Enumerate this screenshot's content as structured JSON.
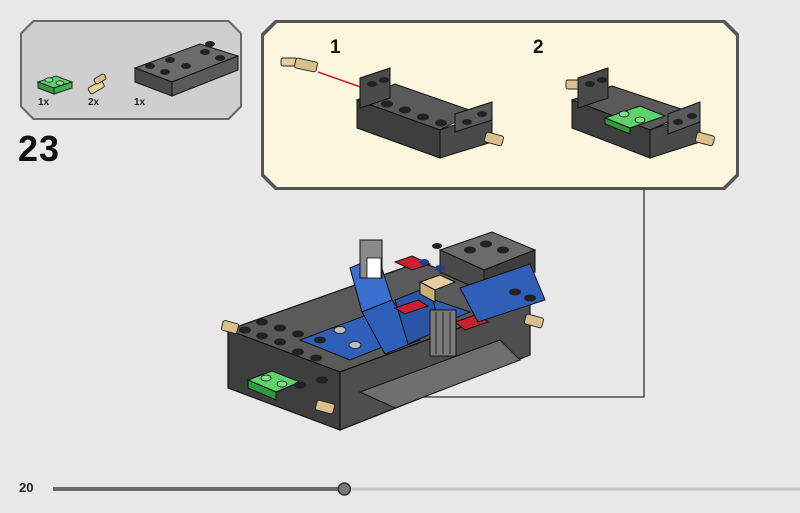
{
  "page": {
    "number": "20",
    "progress": 0.39
  },
  "step": {
    "number": "23"
  },
  "parts_list": [
    {
      "qty": "1x",
      "color": "#3cb44a"
    },
    {
      "qty": "2x",
      "color": "#d9c08c"
    },
    {
      "qty": "1x",
      "color": "#5a5a5a"
    }
  ],
  "substeps": [
    {
      "label": "1"
    },
    {
      "label": "2"
    }
  ],
  "colors": {
    "panel_bg": "#cfcfcf",
    "substep_bg": "#fbf6dd",
    "dark_gray": "#5a5a5a",
    "blue": "#2f5fb8",
    "red": "#c8202c",
    "green": "#3cb44a",
    "tan": "#d9c08c"
  }
}
